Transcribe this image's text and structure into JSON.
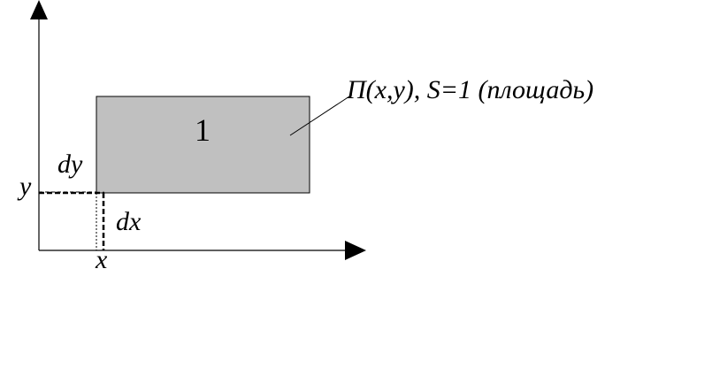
{
  "diagram": {
    "rect_label": "1",
    "callout": "Π(x,y), S=1 (площадь)",
    "labels": {
      "dy": "dy",
      "dx": "dx",
      "y": "y",
      "x": "x"
    },
    "colors": {
      "rect_fill": "#c0c0c0",
      "stroke": "#000000",
      "background": "#ffffff"
    }
  }
}
